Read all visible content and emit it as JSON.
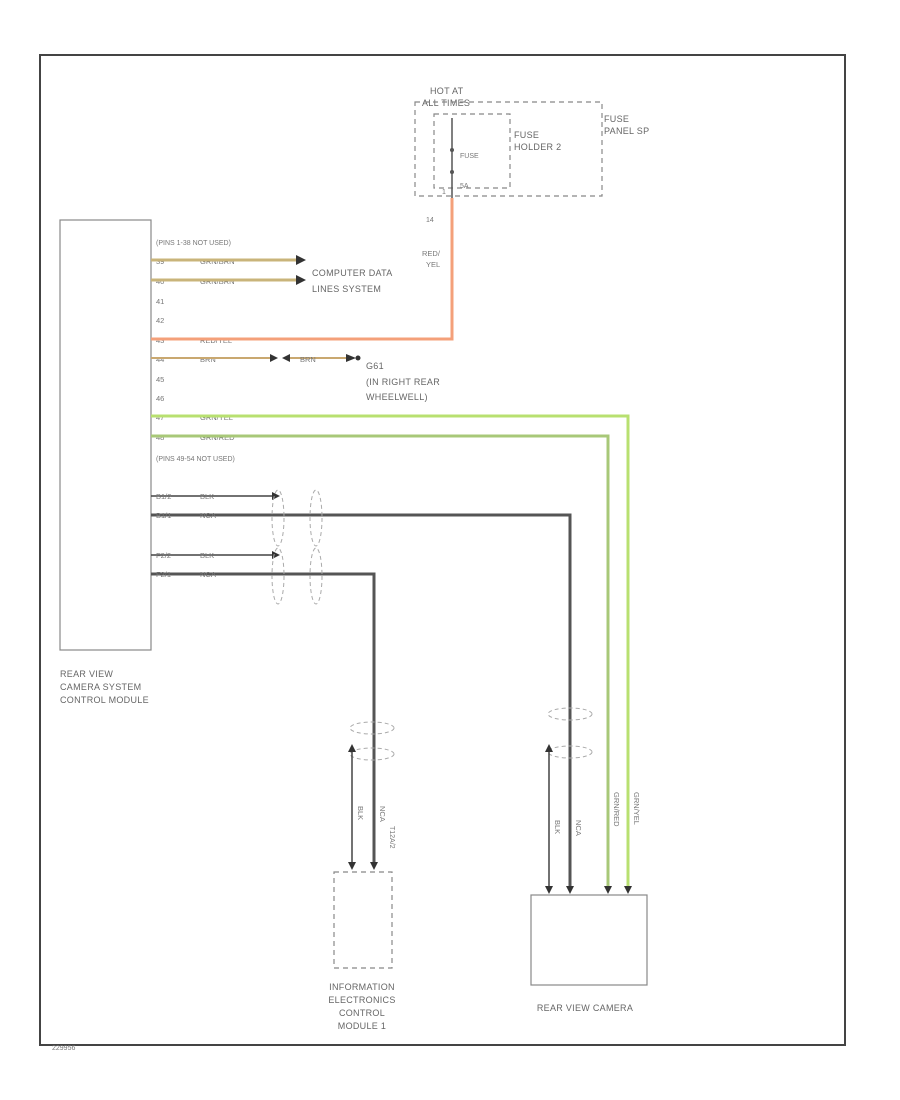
{
  "hot_label_1": "HOT AT",
  "hot_label_2": "ALL TIMES",
  "fuse_holder_label_1": "FUSE",
  "fuse_holder_label_2": "HOLDER 2",
  "fuse_panel_label_1": "FUSE",
  "fuse_panel_label_2": "PANEL SP",
  "fuse_label": "FUSE",
  "fuse_rating": "5A",
  "fuse_pin": "1",
  "feed_pin": "14",
  "feed_wire_color_1": "RED/",
  "feed_wire_color_2": "YEL",
  "pins_not_used_top": "(PINS 1-38 NOT USED)",
  "pins_not_used_mid": "(PINS 49-54 NOT USED)",
  "pins": [
    {
      "num": "39",
      "wire": "GRN/BRN"
    },
    {
      "num": "40",
      "wire": "GRN/BRN"
    },
    {
      "num": "41",
      "wire": ""
    },
    {
      "num": "42",
      "wire": ""
    },
    {
      "num": "43",
      "wire": "RED/YEL"
    },
    {
      "num": "44",
      "wire": "BRN"
    },
    {
      "num": "45",
      "wire": ""
    },
    {
      "num": "46",
      "wire": ""
    },
    {
      "num": "47",
      "wire": "GRN/YEL"
    },
    {
      "num": "48",
      "wire": "GRN/RED"
    }
  ],
  "ground_wire_2": "BRN",
  "computer_data_1": "COMPUTER DATA",
  "computer_data_2": "LINES SYSTEM",
  "ground_id": "G61",
  "ground_loc_1": "(IN RIGHT REAR",
  "ground_loc_2": "WHEELWELL)",
  "shield_pins": [
    {
      "num": "B1/2",
      "wire": "BLK"
    },
    {
      "num": "B1/1",
      "wire": "NCA"
    },
    {
      "num": "F2/2",
      "wire": "BLK"
    },
    {
      "num": "F2/1",
      "wire": "NCA"
    }
  ],
  "module_label_1": "REAR VIEW",
  "module_label_2": "CAMERA SYSTEM",
  "module_label_3": "CONTROL MODULE",
  "info_vwires": [
    {
      "wire": "BLK"
    },
    {
      "wire": "NCA"
    }
  ],
  "info_side_label": "T12A/2",
  "info_label_1": "INFORMATION",
  "info_label_2": "ELECTRONICS",
  "info_label_3": "CONTROL",
  "info_label_4": "MODULE 1",
  "cam_vwires": [
    {
      "wire": "BLK"
    },
    {
      "wire": "NCA"
    },
    {
      "wire": "GRN/RED"
    },
    {
      "wire": "GRN/YEL"
    }
  ],
  "camera_label": "REAR VIEW CAMERA",
  "figure_id": "229956",
  "colors": {
    "frame": "#444444",
    "dashed": "#888888",
    "red_yel": "#f4a07a",
    "grn_brn": "#c9b47a",
    "grn_yel": "#b8e070",
    "grn_red": "#a8c878",
    "nca": "#555555",
    "blk": "#444444",
    "brn": "#8a6a4a"
  }
}
